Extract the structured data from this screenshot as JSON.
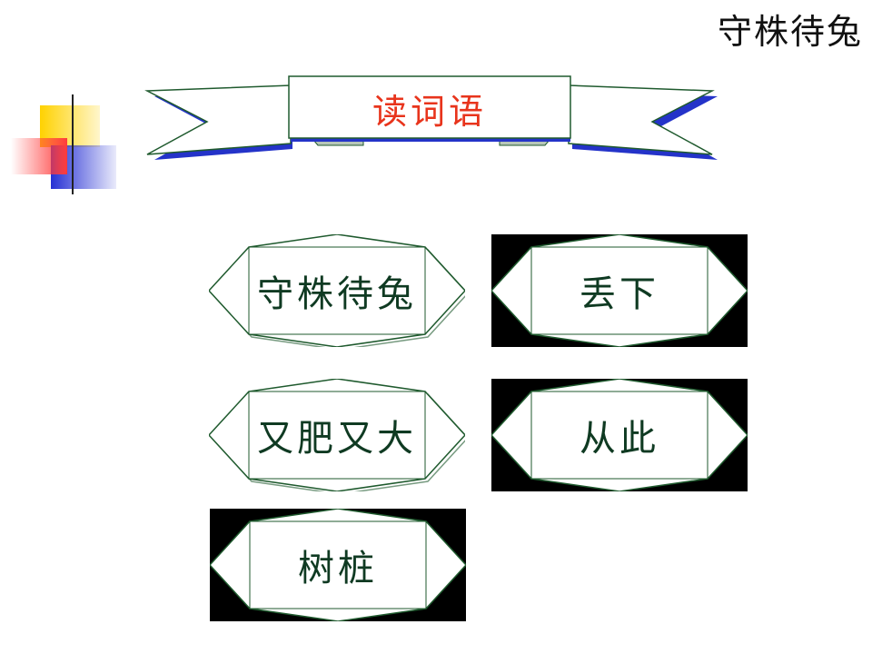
{
  "header": {
    "corner_title": "守株待兔"
  },
  "banner": {
    "title": "读词语"
  },
  "cards": [
    {
      "label": "守株待兔",
      "style": "plain"
    },
    {
      "label": "丢下",
      "style": "black-background"
    },
    {
      "label": "又肥又大",
      "style": "plain"
    },
    {
      "label": "从此",
      "style": "black-background"
    },
    {
      "label": "树桩",
      "style": "black-background"
    }
  ],
  "colors": {
    "title_text": "#e8341c",
    "card_border": "#1f5a2e",
    "card_text": "#0f3a22",
    "ribbon_shadow": "#2433c9",
    "deco_yellow": "#ffd200",
    "deco_red": "#ff3b3b",
    "deco_blue": "#2630d4"
  }
}
